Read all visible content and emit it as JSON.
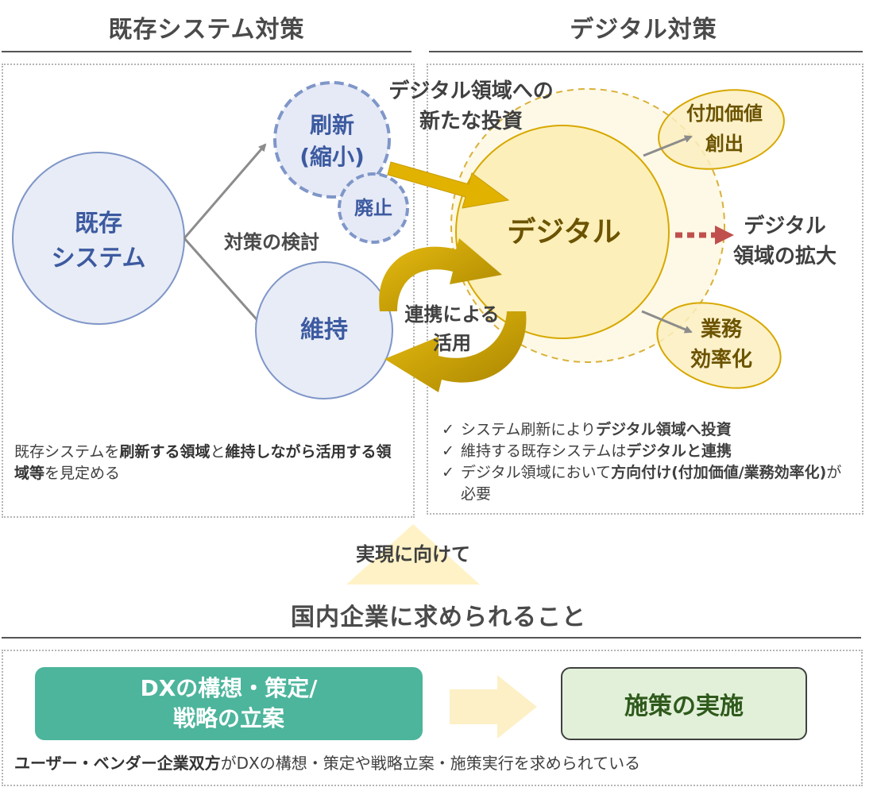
{
  "left_section": {
    "title": "既存システム対策",
    "existing_system": "既存\nシステム",
    "renewal": "刷新\n(縮小)",
    "abolish": "廃止",
    "maintain": "維持",
    "consideration": "対策の検討",
    "note_parts": [
      {
        "t": "既存システムを",
        "b": false
      },
      {
        "t": "刷新する領域",
        "b": true
      },
      {
        "t": "と",
        "b": false
      },
      {
        "t": "維持しながら活用する領域等",
        "b": true
      },
      {
        "t": "を見定める",
        "b": false
      }
    ]
  },
  "right_section": {
    "title": "デジタル対策",
    "investment": "デジタル領域への\n新たな投資",
    "digital": "デジタル",
    "linkage": "連携による\n活用",
    "added_value": "付加価値\n創出",
    "expansion": "デジタル\n領域の拡大",
    "efficiency": "業務\n効率化",
    "check_mark": "✓",
    "checklist": [
      [
        {
          "t": "システム刷新により",
          "b": false
        },
        {
          "t": "デジタル領域へ投資",
          "b": true
        }
      ],
      [
        {
          "t": "維持する既存システムは",
          "b": false
        },
        {
          "t": "デジタルと連携",
          "b": true
        }
      ],
      [
        {
          "t": "デジタル領域において",
          "b": false
        },
        {
          "t": "方向付け(付加価値/業務効率化)",
          "b": true
        },
        {
          "t": "が必要",
          "b": false
        }
      ]
    ]
  },
  "realization": "実現に向けて",
  "bottom_section": {
    "title": "国内企業に求められること",
    "step1": "DXの構想・策定/\n戦略の立案",
    "step2": "施策の実施",
    "note_parts": [
      {
        "t": "ユーザー・ベンダー企業双方",
        "b": true
      },
      {
        "t": "がDXの構想・策定や戦略立案・施策実行を求められている",
        "b": false
      }
    ]
  },
  "colors": {
    "blue_fill": "#e8ecf6",
    "blue_stroke": "#7f96c8",
    "blue_text": "#3c5aa0",
    "gold": "#d7a800",
    "gold_text": "#6b5300",
    "yellow_fill": "#fdf6d8",
    "green": "#46b29a",
    "green_light": "#e2f0d9",
    "green_text": "#2f5a1c",
    "red_arrow": "#c0504d"
  }
}
